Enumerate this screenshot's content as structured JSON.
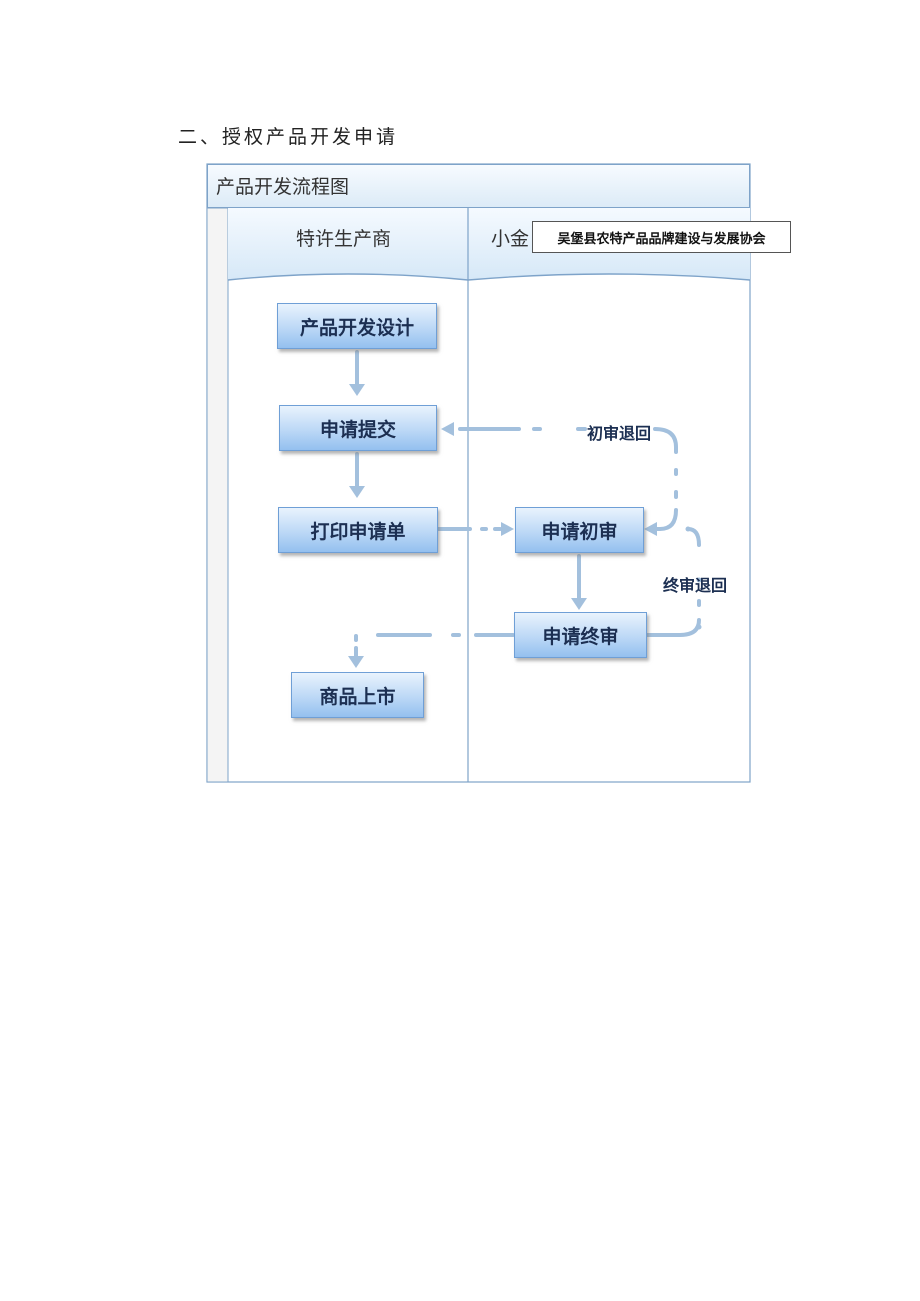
{
  "heading": "二、授权产品开发申请",
  "diagram": {
    "title": "产品开发流程图",
    "lanes": [
      "特许生产商",
      "小金"
    ],
    "steps": [
      "产品开发设计",
      "申请提交",
      "打印申请单",
      "申请初审",
      "申请终审",
      "商品上市"
    ],
    "loops": [
      "初审退回",
      "终审退回"
    ],
    "badge": "吴堡县农特产品品牌建设与发展协会"
  },
  "colors": {
    "flow": "#a3c0dd",
    "frame": "#7ea3c9",
    "text": "#1c2f52"
  }
}
